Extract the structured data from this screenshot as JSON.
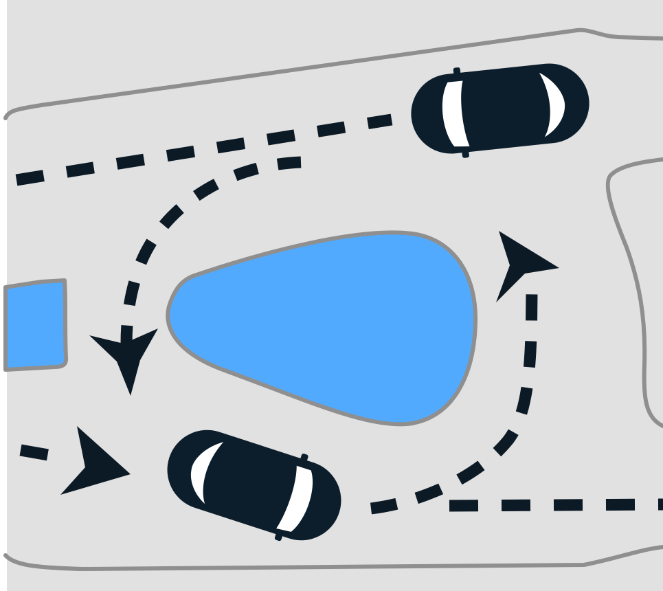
{
  "scene": {
    "description_icons": [
      "car-top-view-icon",
      "direction-arrow-icon"
    ],
    "colors": {
      "background": "#ffffff",
      "road": "#e1e1e1",
      "road_edge": "#8f8f8f",
      "water": "#52aaff",
      "car_body": "#0c1e2c",
      "car_glass": "#ffffff",
      "path": "#0c1a26"
    },
    "cars": [
      {
        "name": "car-top",
        "heading": "left"
      },
      {
        "name": "car-bottom",
        "heading": "right"
      }
    ],
    "paths": [
      {
        "name": "path-top-straight",
        "style": "dashed"
      },
      {
        "name": "path-u-turn-left",
        "style": "dashed"
      },
      {
        "name": "path-u-turn-right",
        "style": "dashed"
      },
      {
        "name": "path-bottom-straight",
        "style": "dashed"
      },
      {
        "name": "path-bottom-left-entry",
        "style": "dashed"
      }
    ],
    "arrows": [
      {
        "name": "arrow-down",
        "direction": "down"
      },
      {
        "name": "arrow-up",
        "direction": "up"
      },
      {
        "name": "arrow-right",
        "direction": "right"
      }
    ]
  }
}
